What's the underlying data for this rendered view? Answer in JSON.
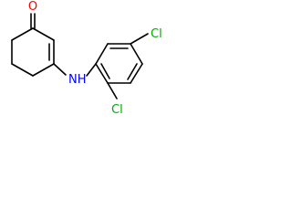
{
  "molecule": {
    "atoms": {
      "oxygen": {
        "text": "O",
        "color": "#ff0000"
      },
      "nitrogen": {
        "text": "NH",
        "color": "#0000ff"
      },
      "chlorine_para": {
        "text": "Cl",
        "color": "#00aa00"
      },
      "chlorine_ortho": {
        "text": "Cl",
        "color": "#00aa00"
      }
    },
    "bond_color": "#000000"
  }
}
